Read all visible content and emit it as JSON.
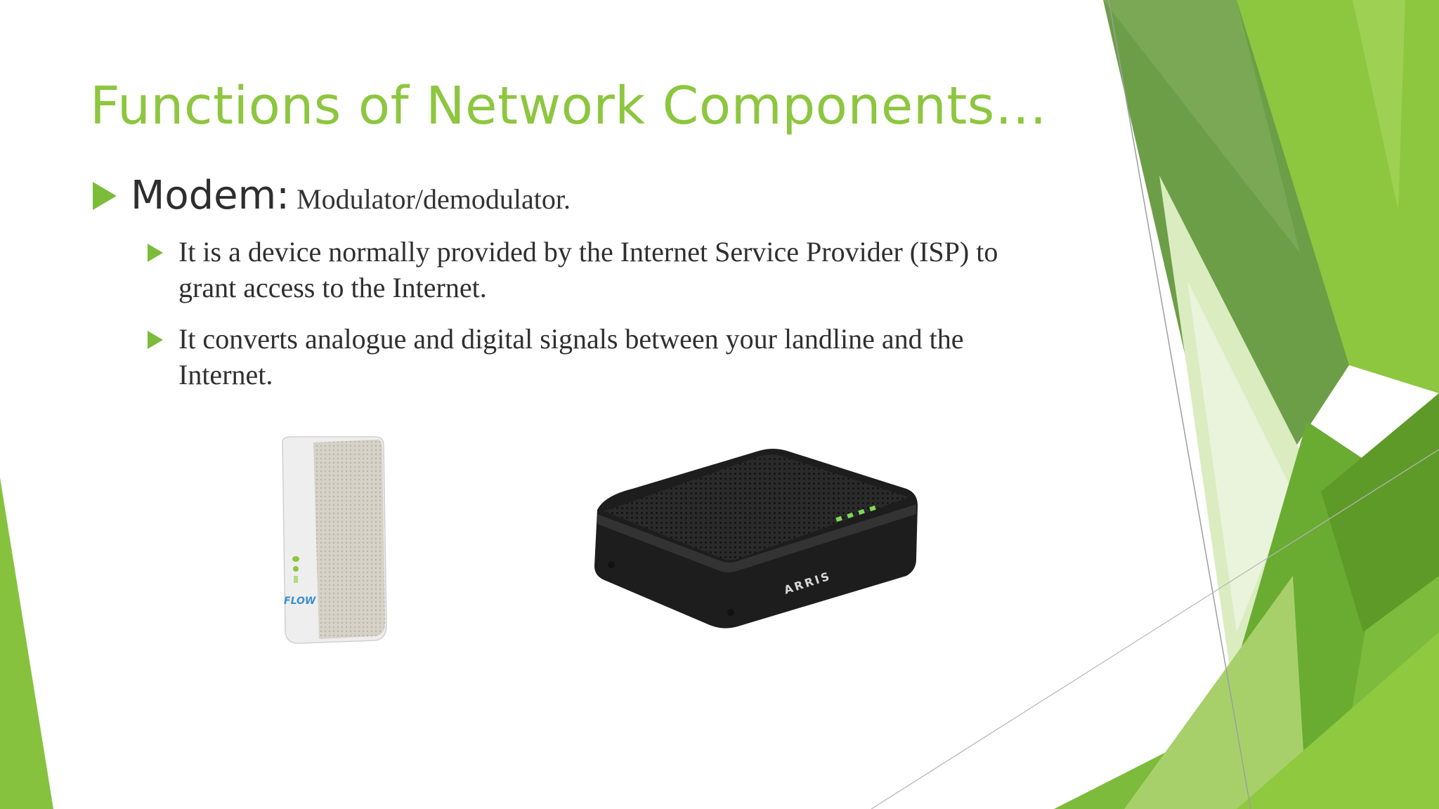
{
  "slide": {
    "title": "Functions of Network Components…",
    "bullet_main": {
      "term": "Modem:",
      "definition": "Modulator/demodulator."
    },
    "sub_bullets": [
      "It is a device normally provided by the Internet Service Provider (ISP) to grant access to the Internet.",
      "It converts analogue and digital signals between your landline and the Internet."
    ],
    "images": {
      "flow_modem_brand": "FLOW",
      "arris_modem_brand": "ARRIS"
    }
  },
  "colors": {
    "title": "#8dc63f",
    "bullet": "#7cbc3a",
    "green_dark": "#5f9a2c",
    "green_mid": "#7dbb3c",
    "green_light": "#b8dc7d"
  }
}
